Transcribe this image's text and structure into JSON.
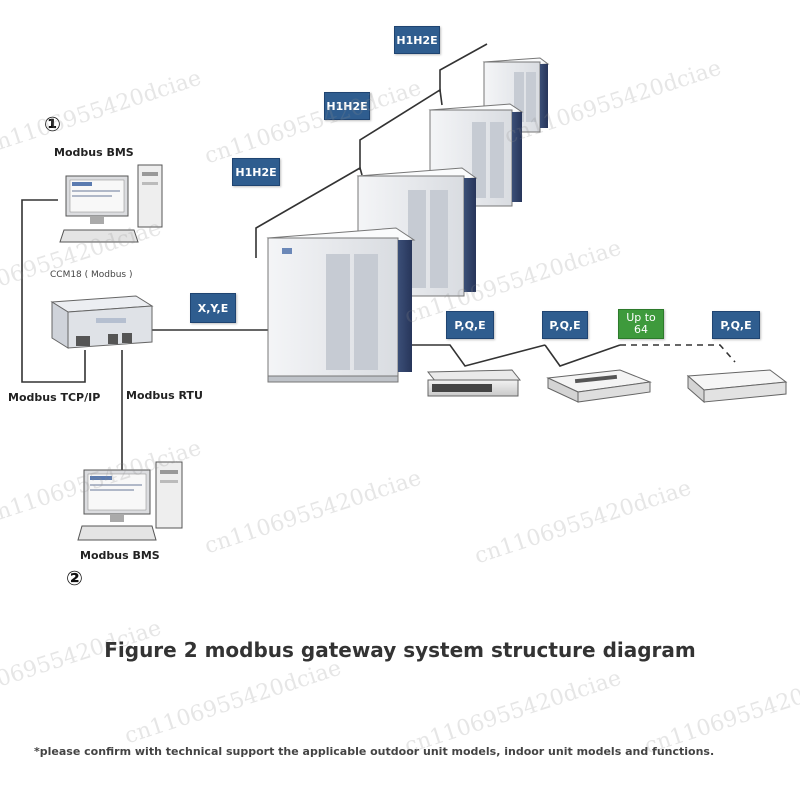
{
  "labels": {
    "bms_top": "Modbus BMS",
    "bms_bottom": "Modbus BMS",
    "gateway": "CCM18 ( Modbus )",
    "tcp": "Modbus TCP/IP",
    "rtu": "Modbus RTU"
  },
  "markers": {
    "one": "①",
    "two": "②"
  },
  "tags": {
    "h1": "H1H2E",
    "h2": "H1H2E",
    "h3": "H1H2E",
    "xye": "X,Y,E",
    "pqe1": "P,Q,E",
    "pqe2": "P,Q,E",
    "pqe3": "P,Q,E",
    "upto_line1": "Up to",
    "upto_line2": "64"
  },
  "caption": "Figure 2 modbus gateway system structure diagram",
  "note": "*please confirm with technical support the applicable outdoor unit models, indoor unit models and functions.",
  "watermark_text": "cn1106955420dciae",
  "colors": {
    "tag_blue": "#2f5d8f",
    "tag_green": "#3e9a3c",
    "wire": "#333333"
  }
}
